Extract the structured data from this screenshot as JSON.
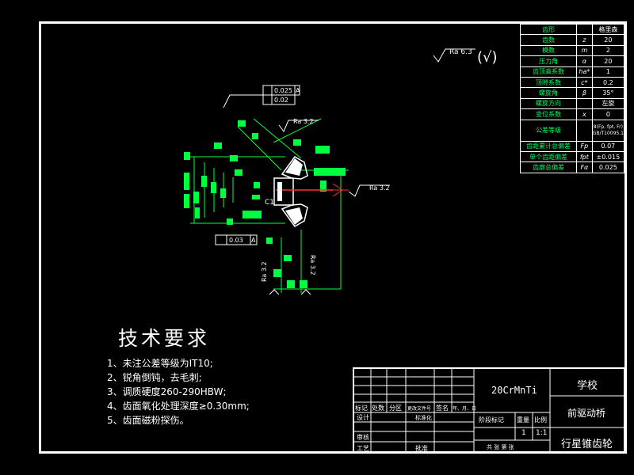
{
  "drawing": {
    "tech_req_title": "技术要求",
    "notes": [
      "1、未注公差等级为IT10;",
      "2、锐角倒钝，去毛刺;",
      "3、调质硬度260-290HBW;",
      "4、齿面氧化处理深度≥0.30mm;",
      "5、齿面磁粉探伤。"
    ],
    "roughness_general": "Ra 6.3",
    "roughness_general_suffix": "(√)",
    "roughness_labels": [
      "Ra 3.2",
      "Ra 3.2",
      "Ra 3.2",
      "Ra 3.2"
    ],
    "tolerance_frames": [
      {
        "sym": "⊥",
        "value": "0.025",
        "datum": "A"
      },
      {
        "sym": "○",
        "value": "0.02",
        "datum": ""
      },
      {
        "sym": "⊥",
        "value": "0.03",
        "datum": "A"
      }
    ],
    "chamfer_label": "C1"
  },
  "param_table": [
    {
      "name": "齿形",
      "sym": "",
      "val": "格里森"
    },
    {
      "name": "齿数",
      "sym": "z",
      "val": "20"
    },
    {
      "name": "模数",
      "sym": "m",
      "val": "2"
    },
    {
      "name": "压力角",
      "sym": "α",
      "val": "20"
    },
    {
      "name": "齿顶高系数",
      "sym": "ha*",
      "val": "1"
    },
    {
      "name": "顶隙系数",
      "sym": "c*",
      "val": "0.2"
    },
    {
      "name": "螺旋角",
      "sym": "β",
      "val": "35°"
    },
    {
      "name": "螺旋方向",
      "sym": "",
      "val": "左旋"
    },
    {
      "name": "变位系数",
      "sym": "x",
      "val": "0"
    },
    {
      "name": "公差等级",
      "sym": "",
      "val": "8(Fp, fpt, Fr) GB/T10095.1"
    },
    {
      "name": "齿距累计总偏差",
      "sym": "Fp",
      "val": "0.07"
    },
    {
      "name": "单个齿距偏差",
      "sym": "fpt",
      "val": "±0.015"
    },
    {
      "name": "齿廓总偏差",
      "sym": "Fα",
      "val": "0.025"
    }
  ],
  "title_block": {
    "material": "20CrMnTi",
    "school": "学校",
    "assembly": "前驱动桥",
    "part_name": "行星锥齿轮",
    "scale": "1:1",
    "quantity": "1",
    "labels": {
      "mark": "标记",
      "count": "处数",
      "zone": "分区",
      "change_doc": "更改文件号",
      "sign": "签名",
      "date": "年、月、日",
      "design": "设计",
      "standardize": "标准化",
      "stage_mark": "阶段标记",
      "weight": "重量",
      "scale_label": "比例",
      "review": "审核",
      "process": "工艺",
      "approve": "批准",
      "sheets": "共   张   第   张"
    }
  },
  "colors": {
    "background": "#000000",
    "frame": "#ffffff",
    "dimension": "#00ff40",
    "section": "#ffffff",
    "centerline": "#ff3030"
  }
}
